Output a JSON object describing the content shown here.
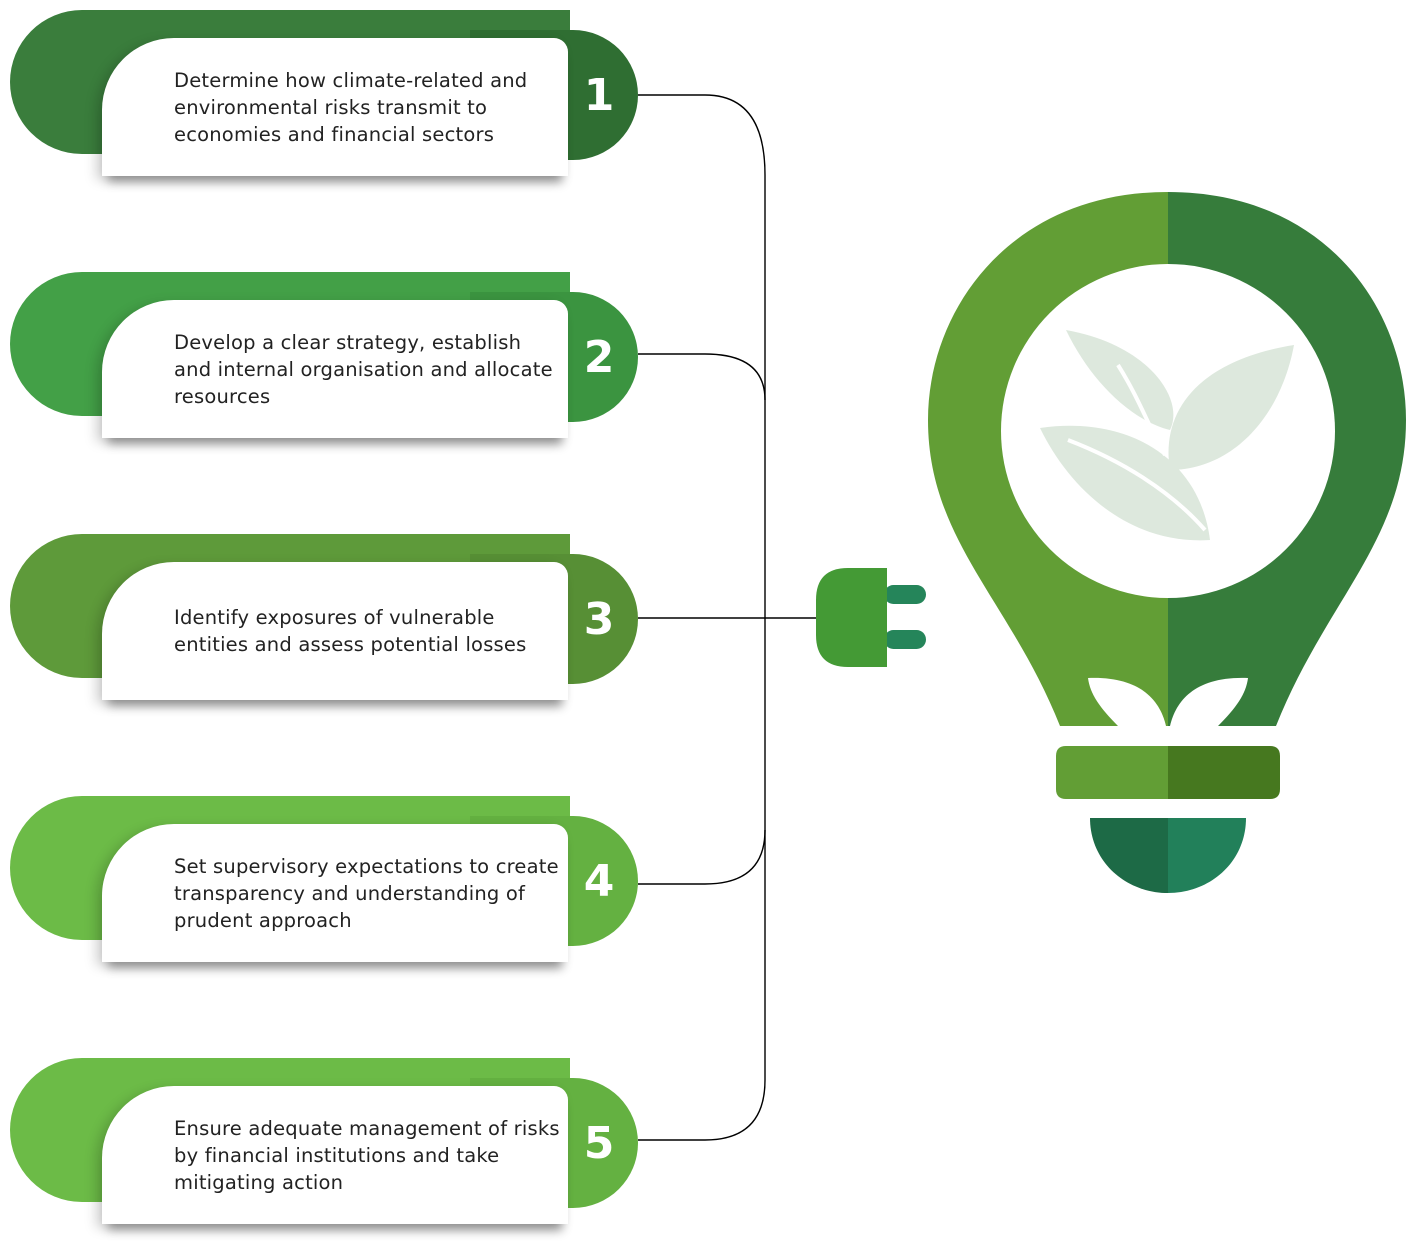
{
  "steps": [
    {
      "number": "1",
      "text": "Determine how climate-related and environmental risks transmit to economies and financial sectors",
      "color": "#3a7d3c",
      "tab_color": "#2f6e32"
    },
    {
      "number": "2",
      "text": "Develop a clear strategy, establish and internal organisation and allocate resources",
      "color": "#43a047",
      "tab_color": "#3b9440"
    },
    {
      "number": "3",
      "text": "Identify exposures of vulnerable entities and assess potential losses",
      "color": "#5e9a3a",
      "tab_color": "#578f35"
    },
    {
      "number": "4",
      "text": "Set supervisory expectations to create transparency and understanding of prudent approach",
      "color": "#6cbb47",
      "tab_color": "#64b141"
    },
    {
      "number": "5",
      "text": "Ensure adequate management of risks by financial institutions and take mitigating action",
      "color": "#6cbb47",
      "tab_color": "#64b141"
    }
  ],
  "illustration": {
    "bulb_light": "#629e35",
    "bulb_dark": "#367c3b",
    "leaf_color": "#dde8dd",
    "base_light": "#629e35",
    "base_dark": "#46781f",
    "cap_left": "#1d6a46",
    "cap_right": "#22805a",
    "plug_body": "#449a35",
    "plug_prongs": "#25855a",
    "icons": [
      "plug-icon",
      "lightbulb-icon",
      "leaf-icon"
    ]
  }
}
